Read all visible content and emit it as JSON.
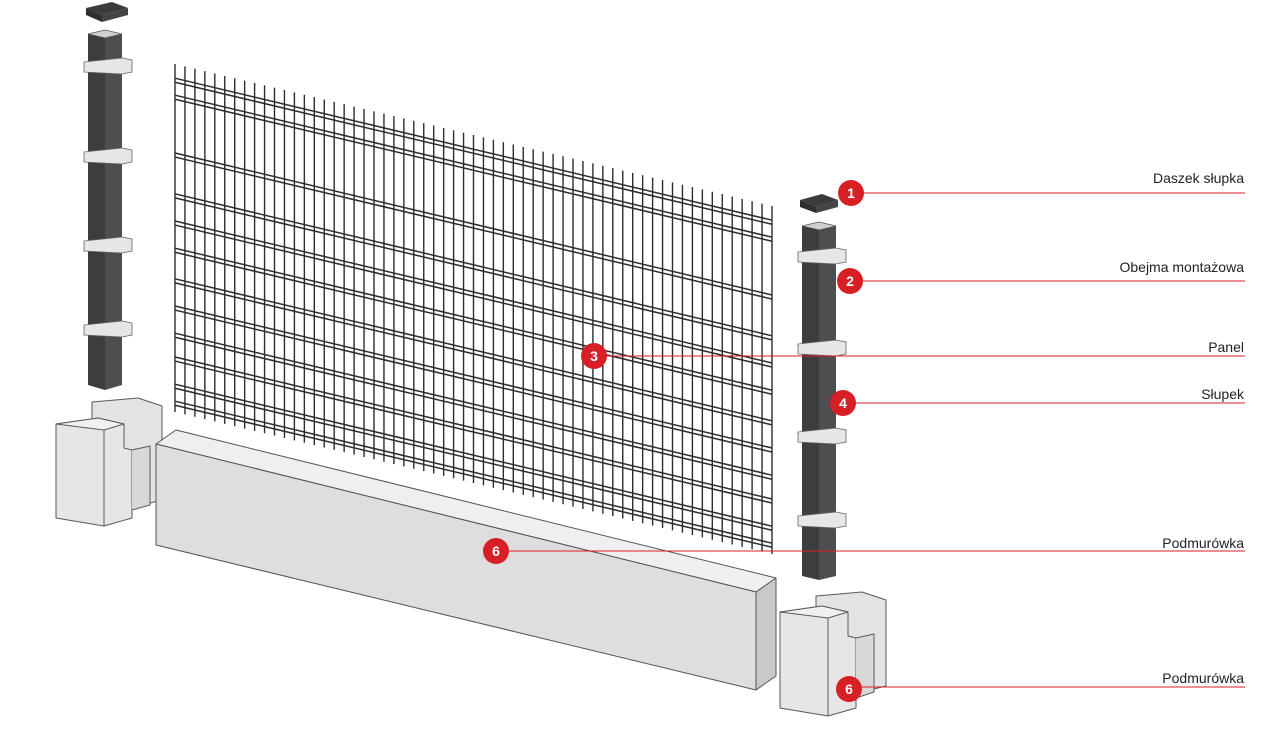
{
  "colors": {
    "accent": "#d71f26",
    "post": "#4a4a4c",
    "post_dark": "#3a3a3c",
    "mesh": "#2c2c2e",
    "concrete": "#dddddd",
    "concrete_edge": "#555555"
  },
  "callouts": [
    {
      "number": "1",
      "label": "Daszek słupka"
    },
    {
      "number": "2",
      "label": "Obejma montażowa"
    },
    {
      "number": "3",
      "label": "Panel"
    },
    {
      "number": "4",
      "label": "Słupek"
    },
    {
      "number": "6",
      "label": "Podmurówka"
    },
    {
      "number": "6",
      "label": "Podmurówka"
    }
  ]
}
